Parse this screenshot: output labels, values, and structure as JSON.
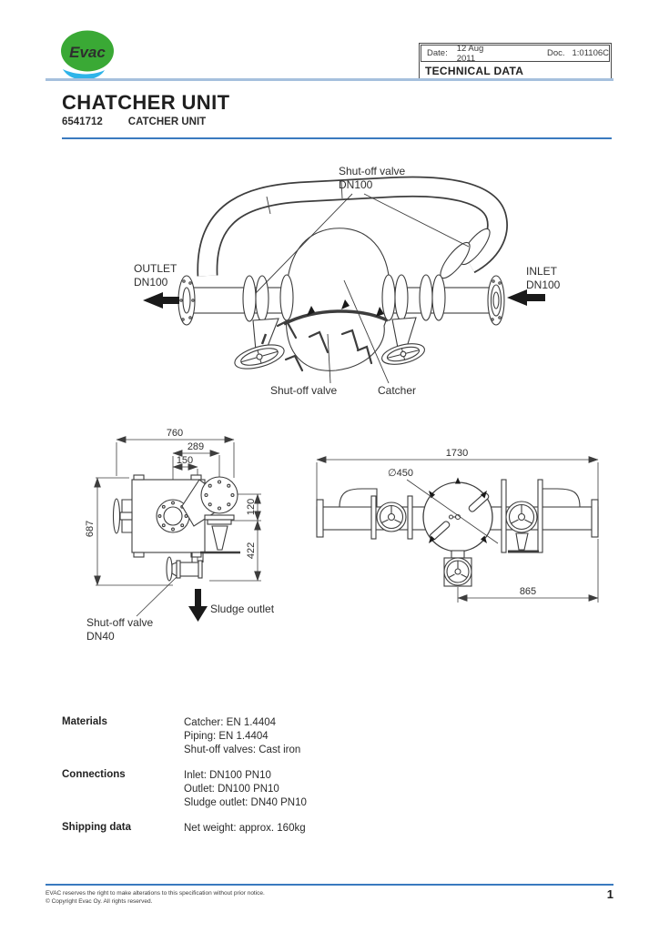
{
  "header": {
    "logo_text": "Evac",
    "date_label": "Date:",
    "date_value": "12 Aug 2011",
    "doc_label": "Doc.",
    "doc_value": "1:01106C",
    "doc_type": "TECHNICAL DATA"
  },
  "title": "CHATCHER UNIT",
  "product": {
    "code": "6541712",
    "name": "CATCHER UNIT"
  },
  "drawings": {
    "iso": {
      "shutoff_dn100_l1": "Shut-off valve",
      "shutoff_dn100_l2": "DN100",
      "outlet_l1": "OUTLET",
      "outlet_l2": "DN100",
      "inlet_l1": "INLET",
      "inlet_l2": "DN100",
      "shutoff_l1": "Shut-off valve",
      "catcher": "Catcher"
    },
    "side": {
      "dim_total_width": "760",
      "dim_289": "289",
      "dim_150": "150",
      "dim_height": "687",
      "dim_120": "120",
      "dim_422": "422",
      "valve_l1": "Shut-off valve",
      "valve_l2": "DN40",
      "sludge_outlet": "Sludge outlet"
    },
    "top": {
      "dim_total_length": "1730",
      "dim_diameter": "∅450",
      "dim_865": "865"
    }
  },
  "specs": [
    {
      "label": "Materials",
      "lines": [
        "Catcher: EN 1.4404",
        "Piping: EN 1.4404",
        "Shut-off valves: Cast iron"
      ]
    },
    {
      "label": "Connections",
      "lines": [
        "Inlet: DN100 PN10",
        "Outlet: DN100 PN10",
        "Sludge outlet: DN40 PN10"
      ]
    },
    {
      "label": "Shipping data",
      "lines": [
        "Net weight: approx. 160kg"
      ]
    }
  ],
  "footer": {
    "line1": "EVAC reserves the right to make alterations to this specification without  prior notice.",
    "line2": "© Copyright Evac Oy. All rights reserved.",
    "page": "1"
  },
  "colors": {
    "rule_light": "#a6c0dd",
    "rule_blue": "#3a7abf",
    "logo_green": "#3aa935",
    "logo_blue": "#2fb4e9",
    "line_dark": "#3d3d3d"
  }
}
